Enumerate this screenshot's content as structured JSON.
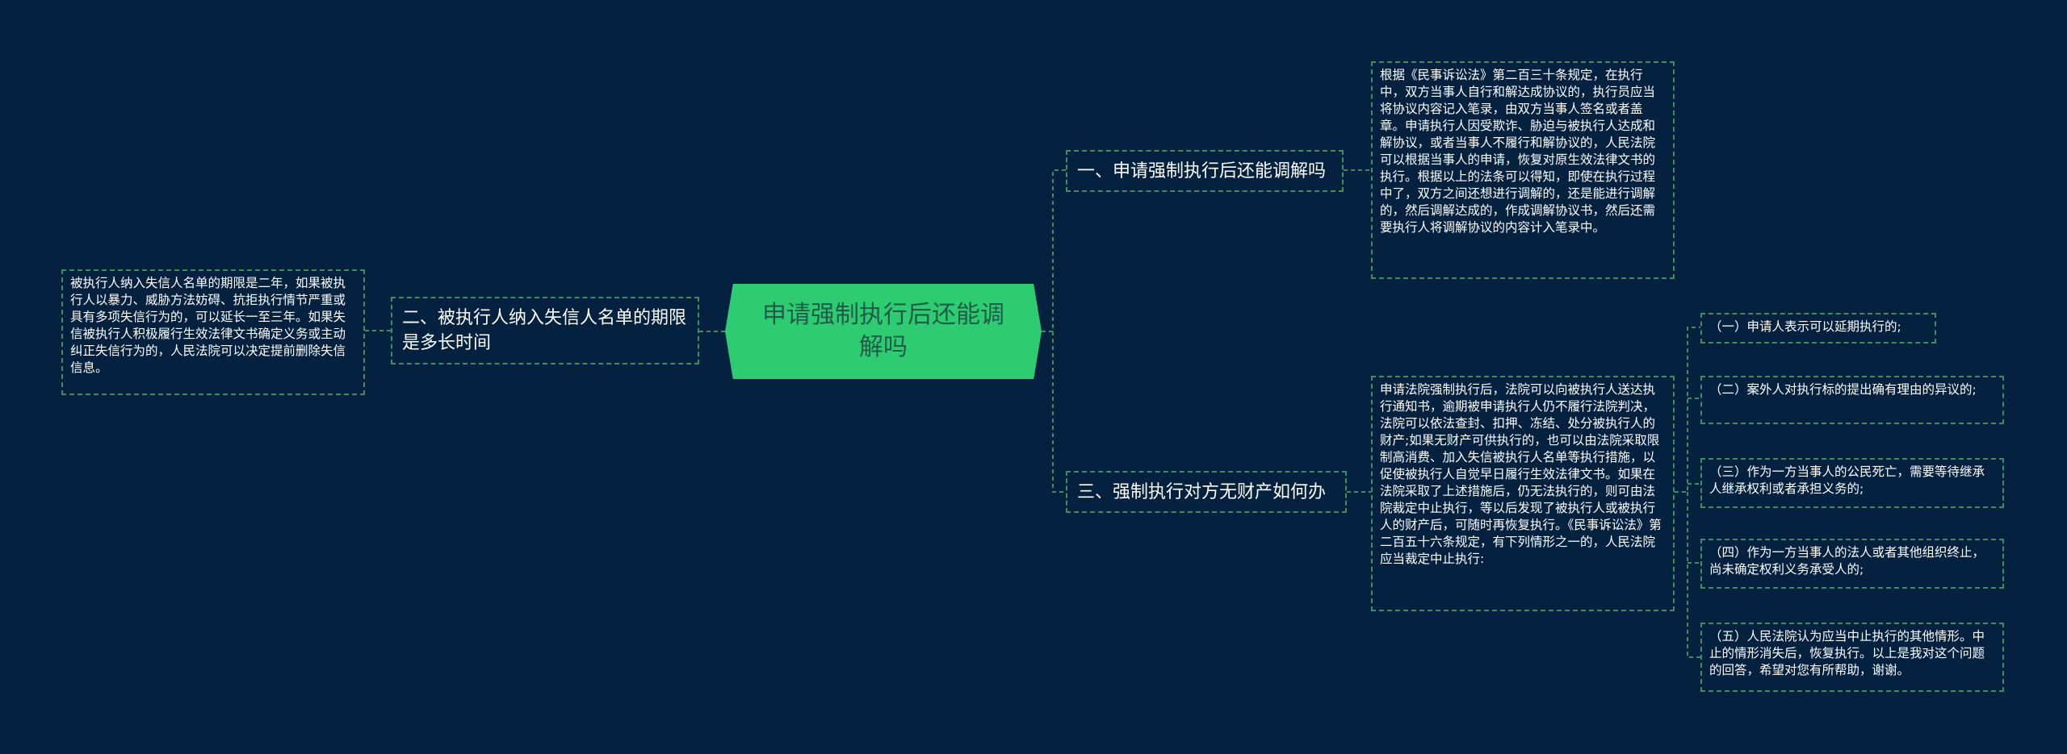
{
  "root": {
    "label": "申请强制执行后还能调解吗"
  },
  "branches": {
    "b1": {
      "title": "一、申请强制执行后还能调解吗",
      "detail": "根据《民事诉讼法》第二百三十条规定，在执行中，双方当事人自行和解达成协议的，执行员应当将协议内容记入笔录，由双方当事人签名或者盖章。申请执行人因受欺诈、胁迫与被执行人达成和解协议，或者当事人不履行和解协议的，人民法院可以根据当事人的申请，恢复对原生效法律文书的执行。根据以上的法条可以得知，即使在执行过程中了，双方之间还想进行调解的，还是能进行调解的，然后调解达成的，作成调解协议书，然后还需要执行人将调解协议的内容计入笔录中。"
    },
    "b2": {
      "title": "二、被执行人纳入失信人名单的期限是多长时间",
      "detail": "被执行人纳入失信人名单的期限是二年，如果被执行人以暴力、威胁方法妨碍、抗拒执行情节严重或具有多项失信行为的，可以延长一至三年。如果失信被执行人积极履行生效法律文书确定义务或主动纠正失信行为的，人民法院可以决定提前删除失信信息。"
    },
    "b3": {
      "title": "三、强制执行对方无财产如何办",
      "detail": "申请法院强制执行后，法院可以向被执行人送达执行通知书，逾期被申请执行人仍不履行法院判决，法院可以依法查封、扣押、冻结、处分被执行人的财产;如果无财产可供执行的，也可以由法院采取限制高消费、加入失信被执行人名单等执行措施，以促使被执行人自觉早日履行生效法律文书。如果在法院采取了上述措施后，仍无法执行的，则可由法院裁定中止执行，等以后发现了被执行人或被执行人的财产后，可随时再恢复执行。《民事诉讼法》第二百五十六条规定，有下列情形之一的，人民法院应当裁定中止执行:",
      "items": [
        "（一）申请人表示可以延期执行的;",
        "（二）案外人对执行标的提出确有理由的异议的;",
        "（三）作为一方当事人的公民死亡，需要等待继承人继承权利或者承担义务的;",
        "（四）作为一方当事人的法人或者其他组织终止，尚未确定权利义务承受人的;",
        "（五）人民法院认为应当中止执行的其他情形。中止的情形消失后，恢复执行。以上是我对这个问题的回答，希望对您有所帮助，谢谢。"
      ]
    }
  },
  "colors": {
    "background": "#042140",
    "root_fill": "#2ecc71",
    "root_text": "#1f5b48",
    "connector": "#3f8f5a",
    "text": "#ffffff"
  }
}
